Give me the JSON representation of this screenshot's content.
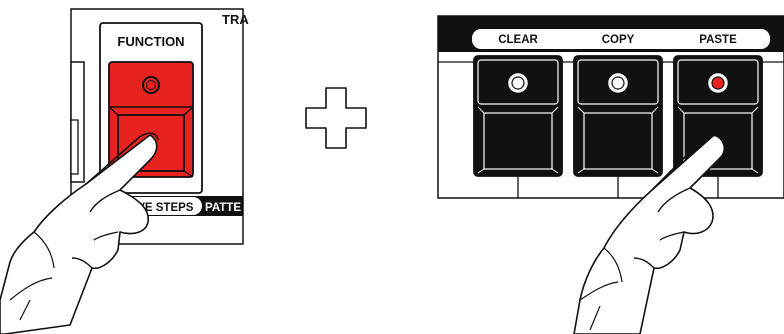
{
  "left_panel": {
    "function_label": "FUNCTION",
    "partial_top_label": "TRA",
    "strip_text": "TIVE STEPS",
    "strip_text_right": "PATTE",
    "function_button_led": "off",
    "function_button_color": "#e8231f"
  },
  "operator_icon": "plus-icon",
  "right_panel": {
    "buttons": [
      {
        "label": "CLEAR",
        "led": "off"
      },
      {
        "label": "COPY",
        "led": "off"
      },
      {
        "label": "PASTE",
        "led": "on"
      }
    ]
  },
  "hands": [
    "pointing-hand-icon",
    "pointing-hand-icon"
  ],
  "colors": {
    "accent_red": "#e8231f",
    "led_on": "#e8231f",
    "led_off": "#ffffff",
    "button_body": "#111111",
    "outline": "#111111"
  }
}
